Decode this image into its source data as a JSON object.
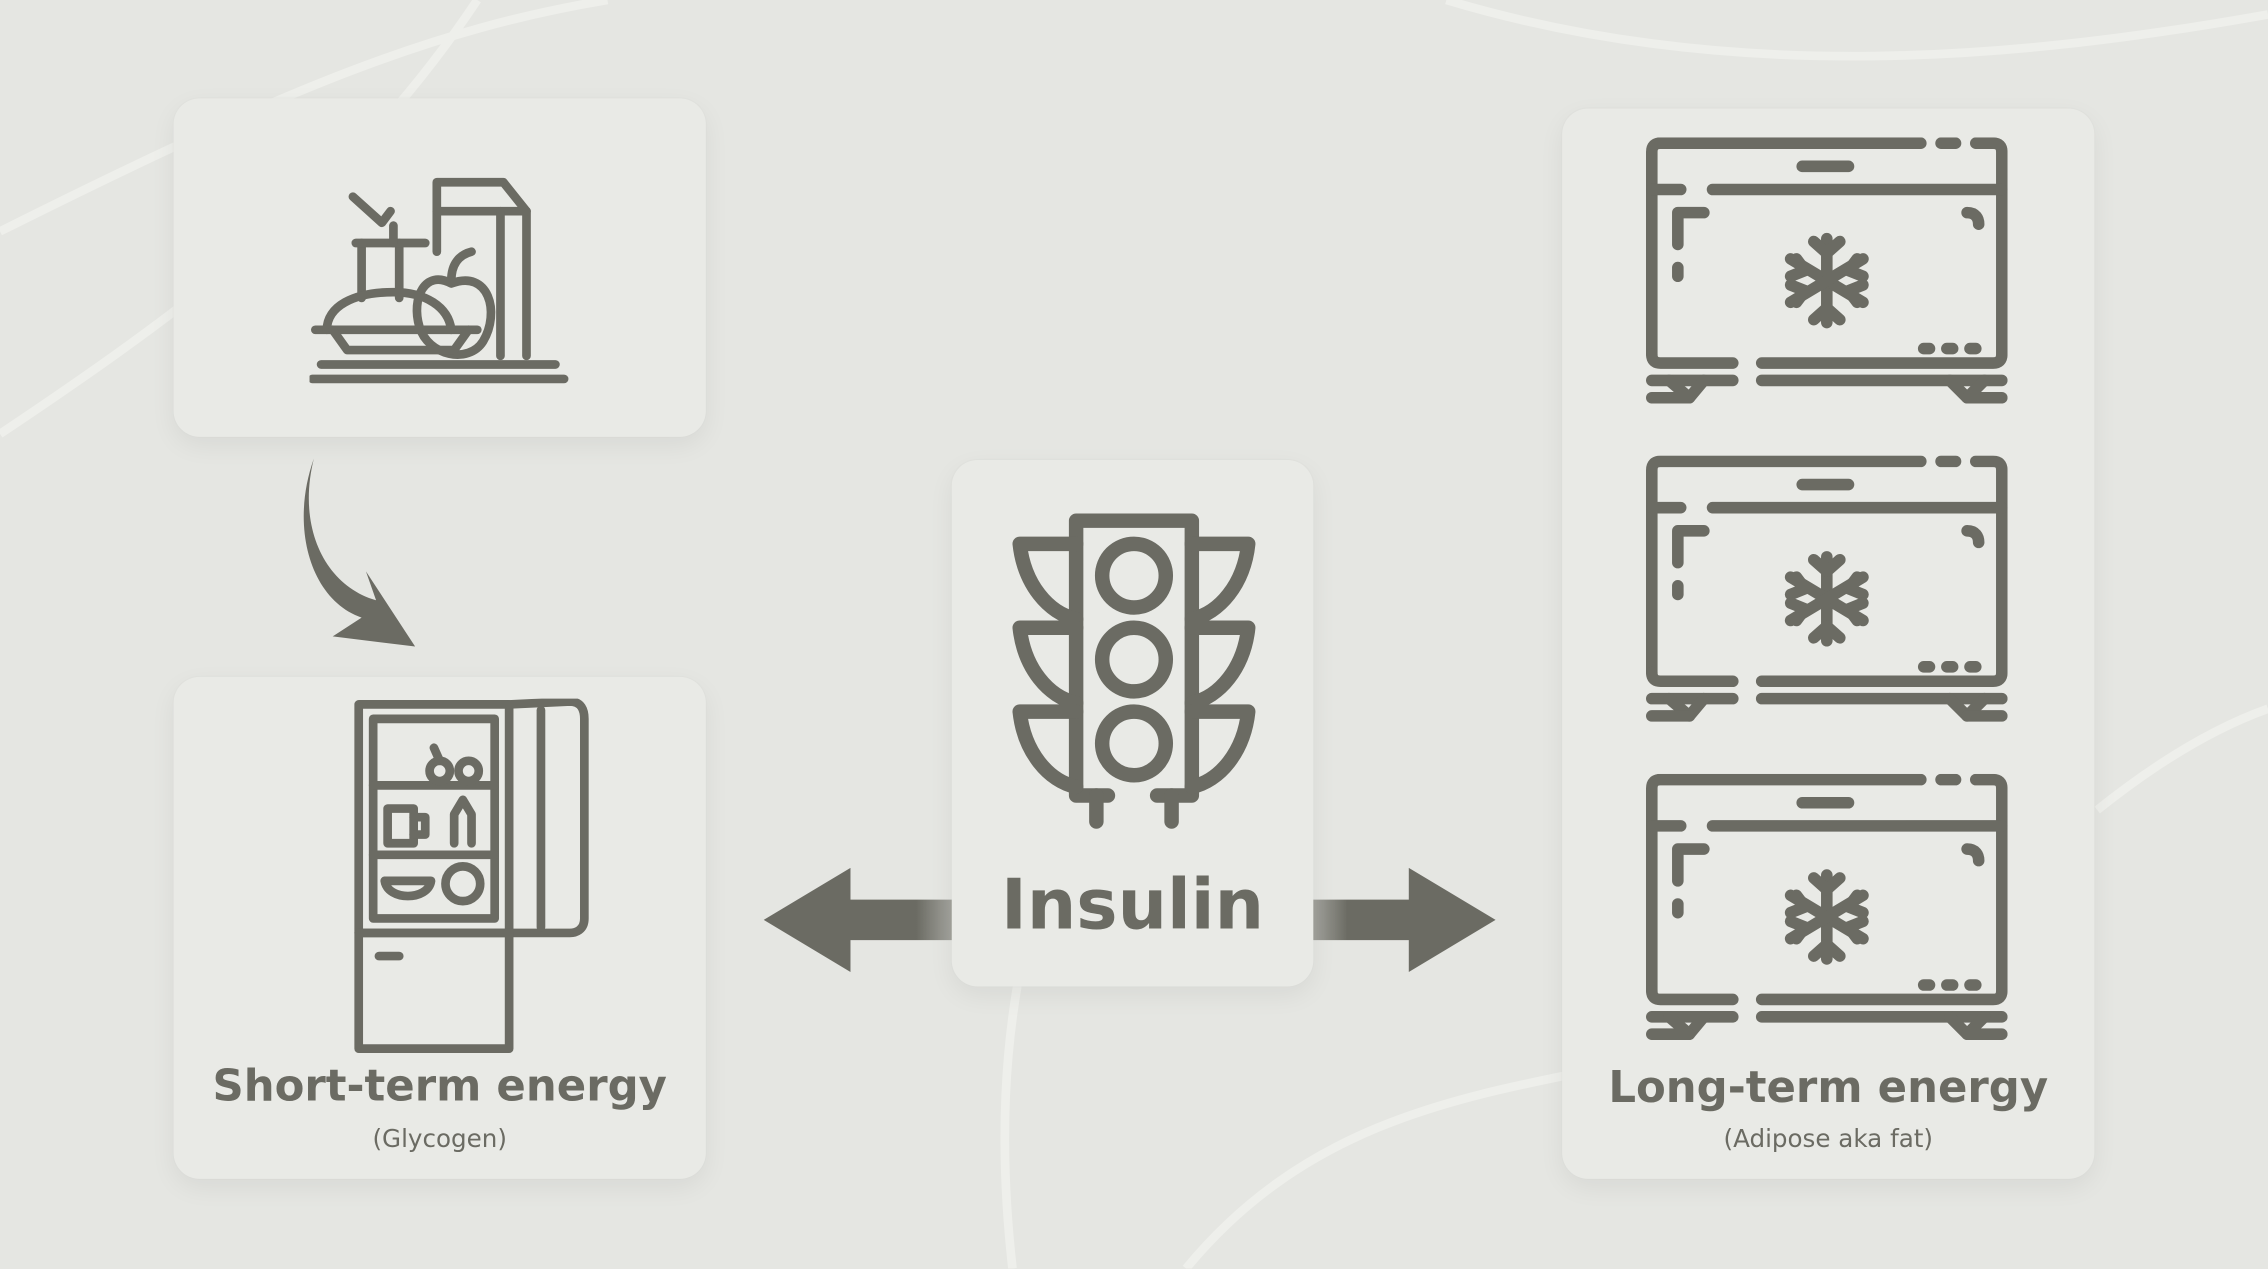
{
  "colors": {
    "background": "#e5e6e2",
    "card": "#e9eae6",
    "ink": "#6b6b63"
  },
  "short_term": {
    "title": "Short-term energy",
    "subtitle": "(Glycogen)"
  },
  "insulin": {
    "title": "Insulin"
  },
  "long_term": {
    "title": "Long-term energy",
    "subtitle": "(Adipose aka fat)"
  },
  "icons": [
    "food-icon",
    "curved-arrow-icon",
    "fridge-icon",
    "traffic-light-icon",
    "arrow-left-icon",
    "arrow-right-icon",
    "freezer-icon"
  ]
}
